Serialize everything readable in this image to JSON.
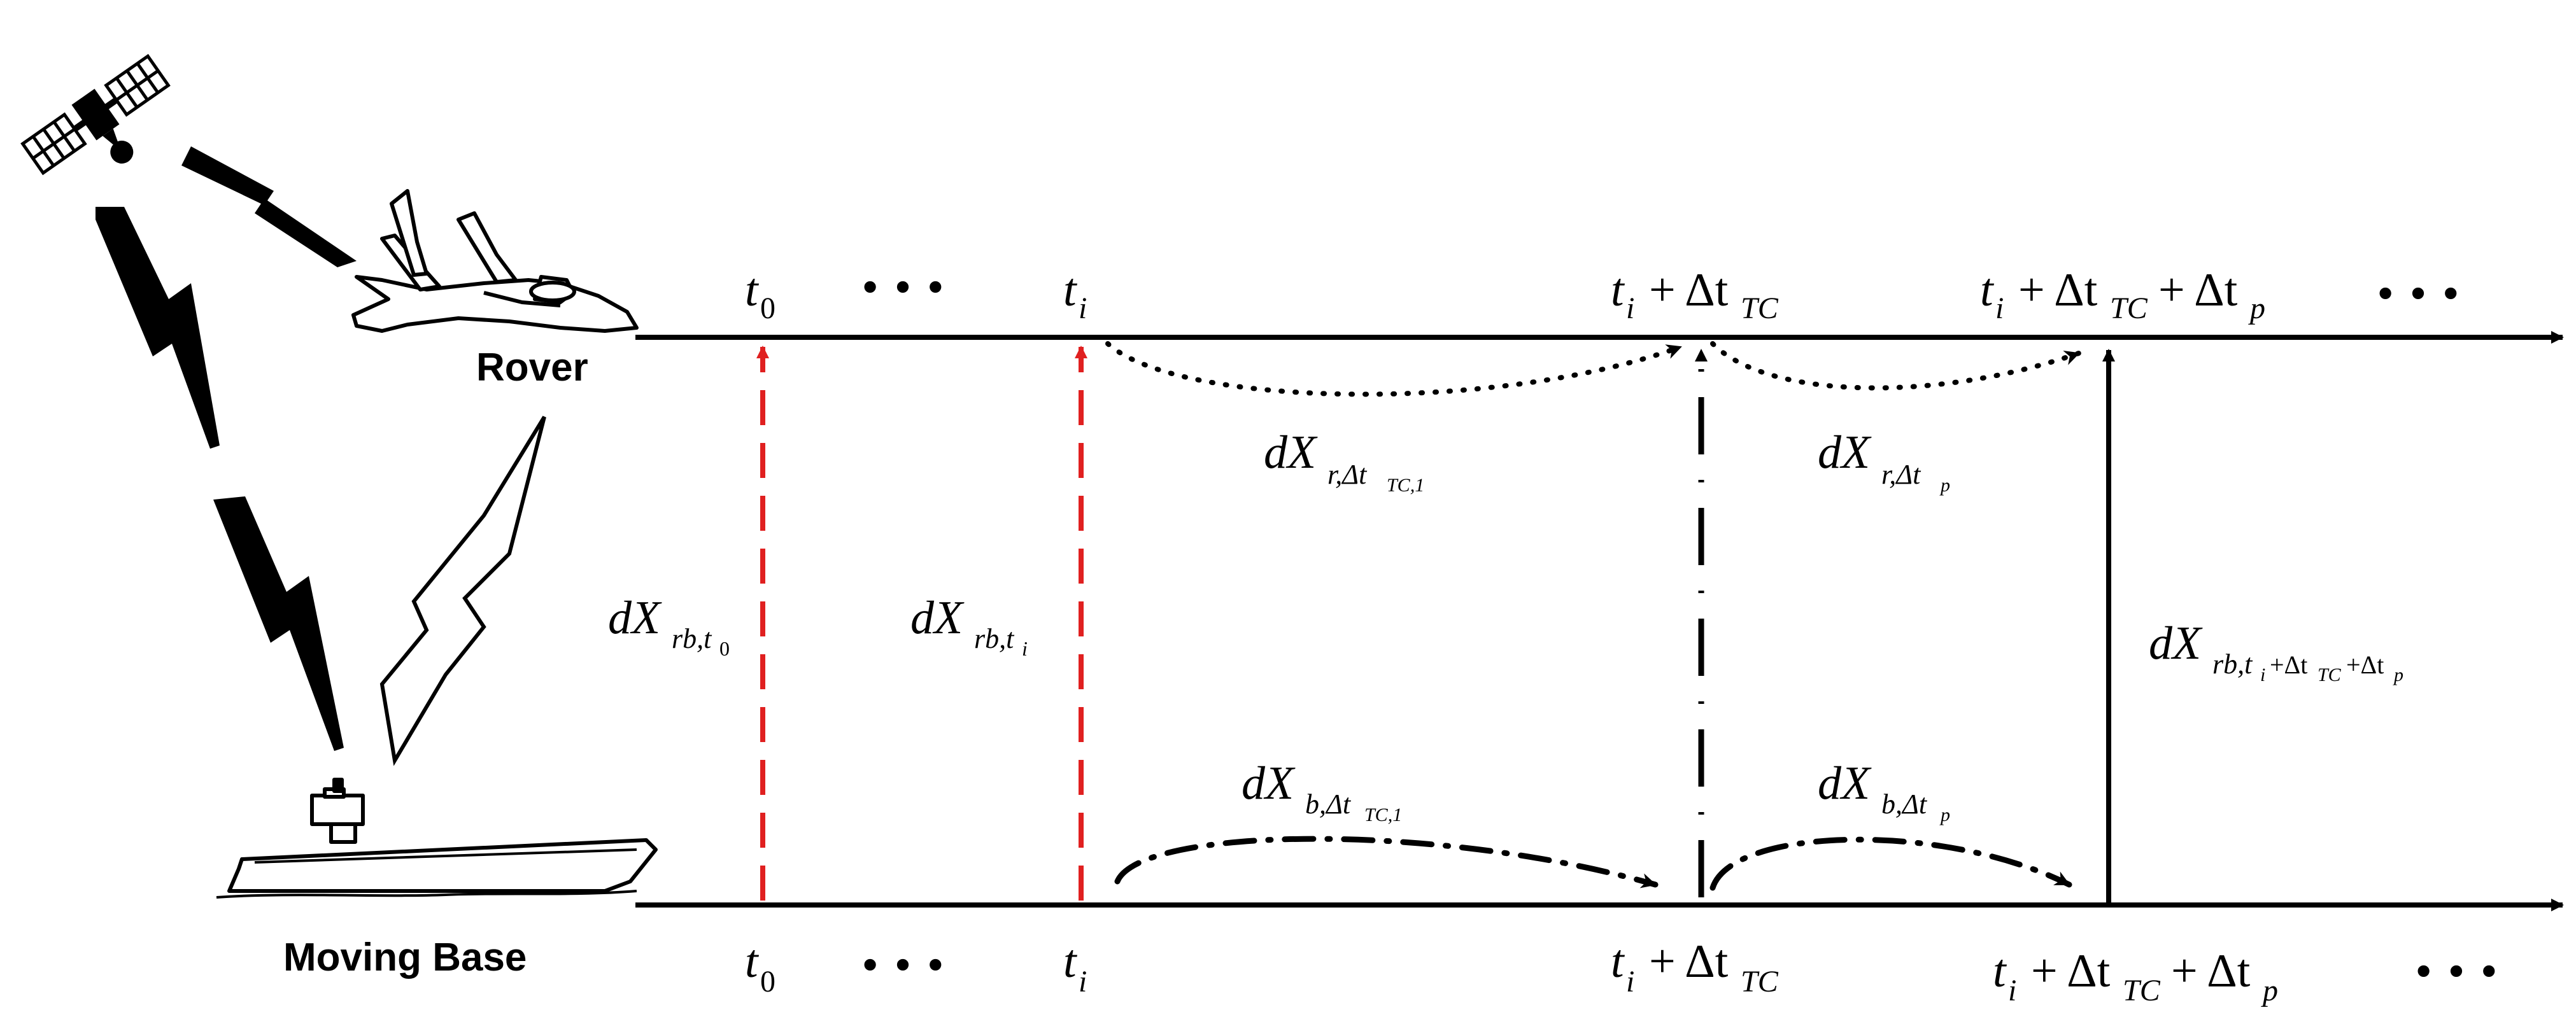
{
  "actors": {
    "rover_label": "Rover",
    "base_label": "Moving Base"
  },
  "colors": {
    "line": "#000000",
    "dashed_red": "#e02020"
  },
  "timeline_top": {
    "t0": "t",
    "t0_sub": "0",
    "ti": "t",
    "ti_sub": "i",
    "ellipsis": "• • •",
    "tc_main": "t",
    "tc_i": "i",
    "tc_plus": "+ Δt",
    "tc_sub": "TC",
    "tp_main": "t",
    "tp_i": "i",
    "tp_plus": "+ Δt",
    "tp_sub": "TC",
    "tp_plus2": "+ Δt",
    "tp_sub2": "p",
    "ellipsis_end": "• • •"
  },
  "timeline_bottom": {
    "t0": "t",
    "t0_sub": "0",
    "ti": "t",
    "ti_sub": "i",
    "ellipsis": "• • •",
    "tc_main": "t",
    "tc_i": "i",
    "tc_plus": "+ Δt",
    "tc_sub": "TC",
    "tp_main": "t",
    "tp_i": "i",
    "tp_plus": "+ Δt",
    "tp_sub": "TC",
    "tp_plus2": "+ Δt",
    "tp_sub2": "p",
    "ellipsis_end": "• • •"
  },
  "labels": {
    "dX": "dX",
    "rb_t0_sub": "rb,t",
    "rb_t0_subsub": "0",
    "rb_ti_sub": "rb,t",
    "rb_ti_subsub": "i",
    "r_tc_sub": "r,Δt",
    "r_tc_subsub": "TC,1",
    "r_p_sub": "r,Δt",
    "r_p_subsub": "p",
    "b_tc_sub": "b,Δt",
    "b_tc_subsub": "TC,1",
    "b_p_sub": "b,Δt",
    "b_p_subsub": "p",
    "rb_final_sub": "rb,t",
    "rb_final_i": "i",
    "rb_final_plus": "+Δt",
    "rb_final_tc": "TC",
    "rb_final_plus2": "+Δt",
    "rb_final_p": "p"
  }
}
